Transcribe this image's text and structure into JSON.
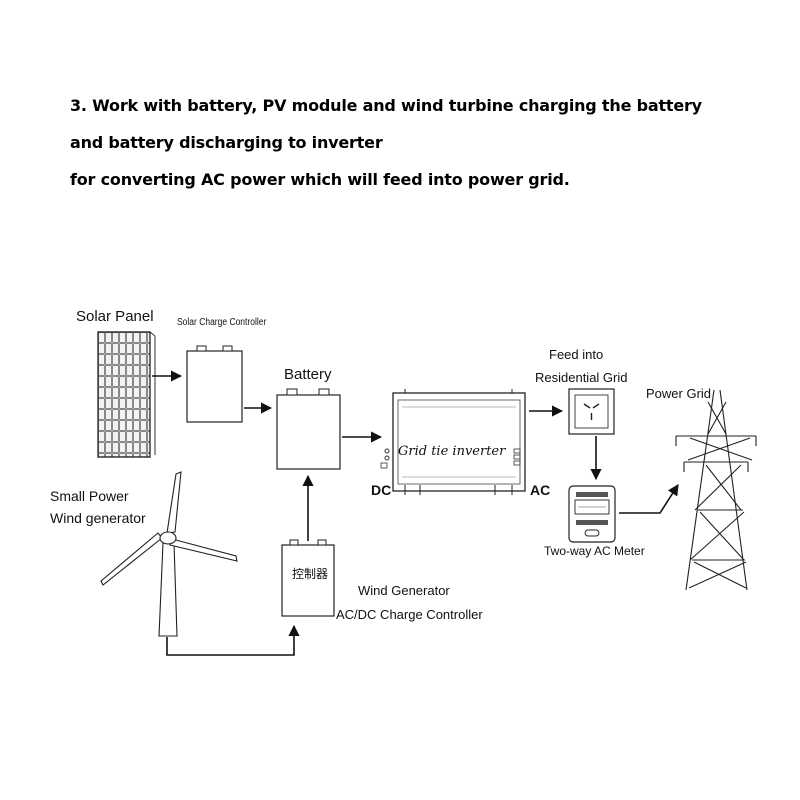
{
  "heading": {
    "line1": "3. Work with battery, PV module and wind turbine charging the battery",
    "line2": "and battery discharging to inverter",
    "line3": "for converting AC power which will feed into power grid."
  },
  "labels": {
    "solar_panel": "Solar Panel",
    "solar_charge_controller": "Solar Charge Controller",
    "battery": "Battery",
    "small_power_line1": "Small Power",
    "small_power_line2": "Wind generator",
    "wind_controller_chars": "控制器",
    "wind_gen_line1": "Wind  Generator",
    "wind_gen_line2": "AC/DC Charge Controller",
    "inverter": "Grid tie inverter",
    "dc": "DC",
    "ac": "AC",
    "feed_line1": "Feed into",
    "feed_line2": "Residential Grid",
    "meter": "Two-way AC Meter",
    "power_grid": "Power Grid"
  }
}
